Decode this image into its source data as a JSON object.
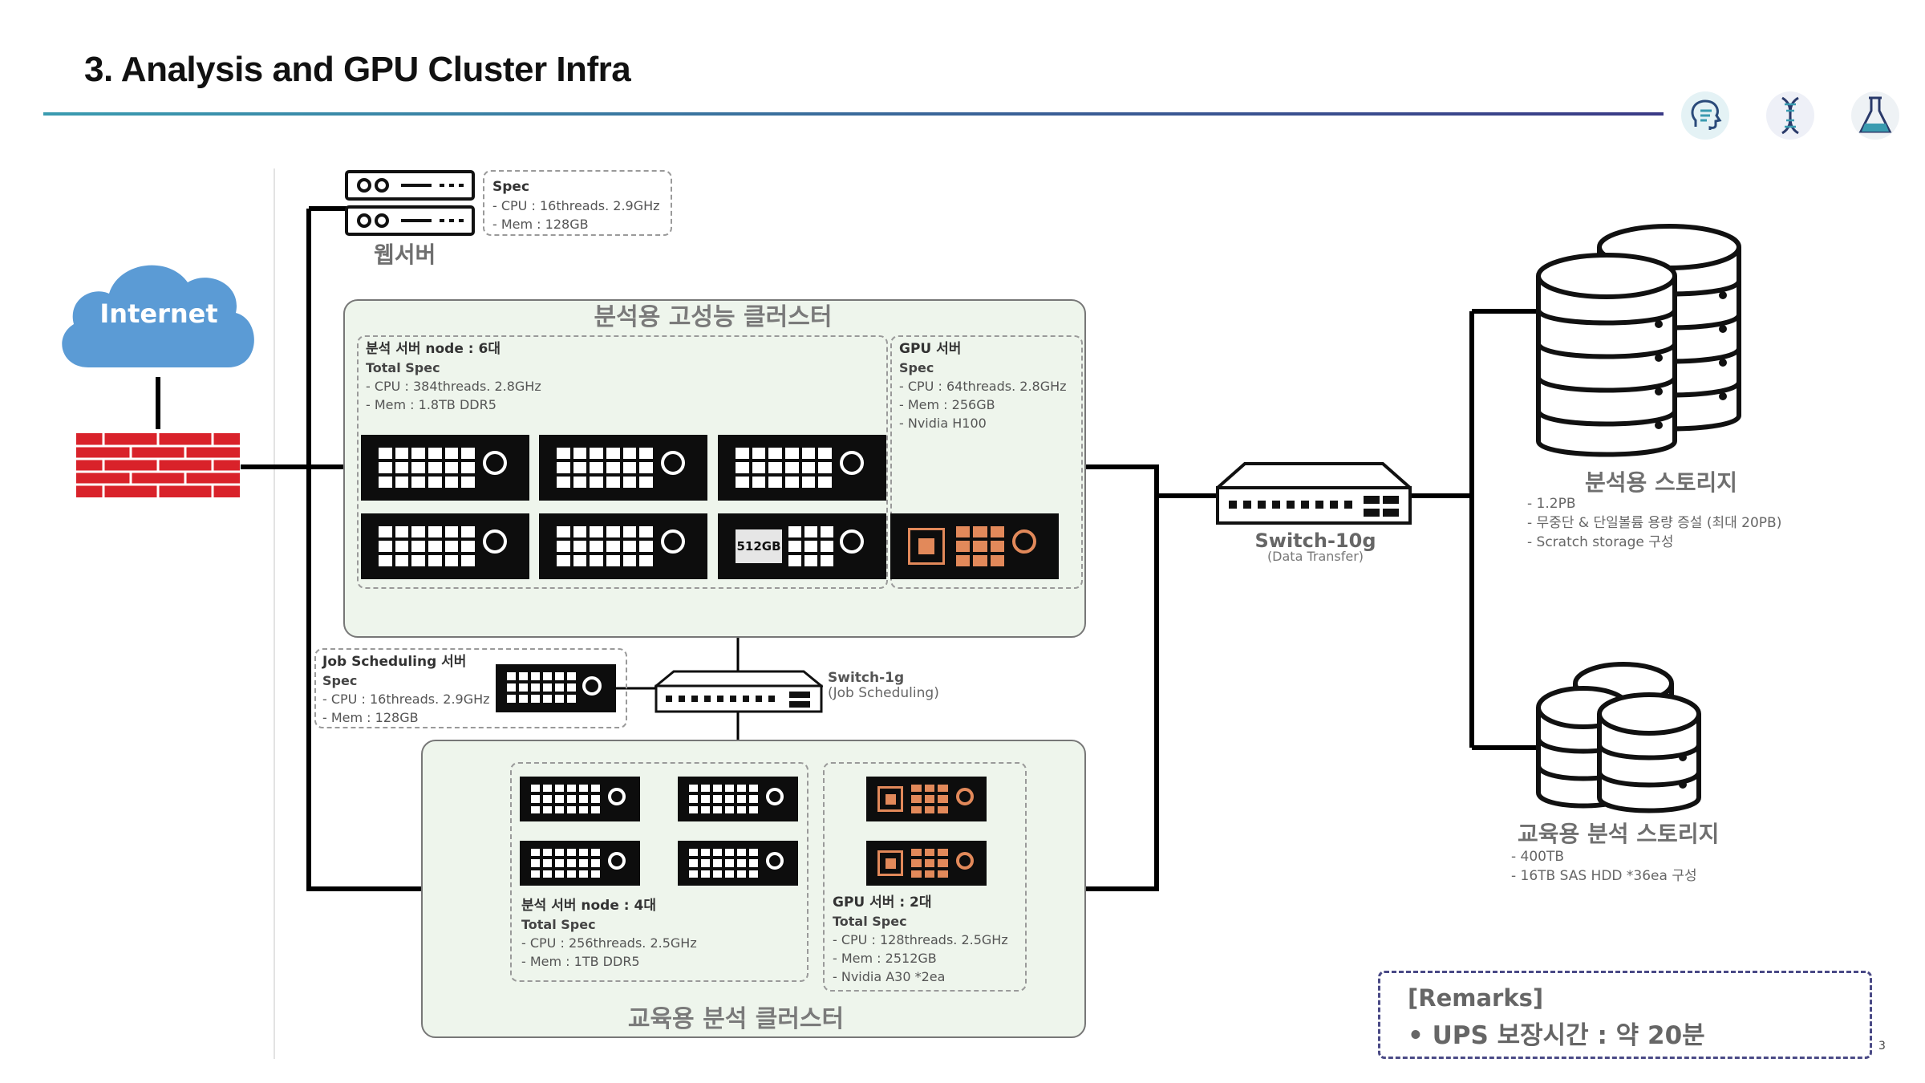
{
  "header": {
    "title": "3. Analysis and GPU Cluster Infra",
    "icons": [
      "brain-head-icon",
      "dna-icon",
      "lab-flask-icon"
    ]
  },
  "colors": {
    "title_rule_start": "#3a9bb0",
    "title_rule_end": "#3a3a86",
    "cloud": "#5b9bd5",
    "firewall": "#d9222a",
    "cluster_panel": "#eef5ec",
    "gpu_accent": "#e2895a",
    "remarks_border": "#4a4a86"
  },
  "internet": {
    "label": "Internet"
  },
  "web_server": {
    "label": "웹서버",
    "spec_title": "Spec",
    "spec": [
      "- CPU : 16threads. 2.9GHz",
      "- Mem : 128GB"
    ]
  },
  "hpc_cluster": {
    "title": "분석용 고성능 클러스터",
    "analysis_nodes": {
      "title": "분석 서버 node : 6대",
      "spec_title": "Total Spec",
      "spec": [
        "- CPU : 384threads. 2.8GHz",
        "- Mem : 1.8TB DDR5"
      ],
      "memory_badge": "512GB"
    },
    "gpu_server": {
      "title": "GPU 서버",
      "spec_title": "Spec",
      "spec": [
        "- CPU : 64threads. 2.8GHz",
        "- Mem : 256GB",
        "- Nvidia H100"
      ]
    }
  },
  "job_scheduler": {
    "title": "Job Scheduling 서버",
    "spec_title": "Spec",
    "spec": [
      "- CPU : 16threads. 2.9GHz",
      "- Mem : 128GB"
    ]
  },
  "switch_1g": {
    "label": "Switch-1g",
    "sub": "(Job Scheduling)"
  },
  "switch_10g": {
    "label": "Switch-10g",
    "sub": "(Data Transfer)"
  },
  "edu_cluster": {
    "title": "교육용 분석 클러스터",
    "analysis_nodes": {
      "title": "분석 서버 node : 4대",
      "spec_title": "Total Spec",
      "spec": [
        "- CPU : 256threads. 2.5GHz",
        "- Mem : 1TB DDR5"
      ]
    },
    "gpu_server": {
      "title": "GPU 서버 : 2대",
      "spec_title": "Total Spec",
      "spec": [
        "- CPU : 128threads. 2.5GHz",
        "- Mem : 2512GB",
        "- Nvidia A30 *2ea"
      ]
    }
  },
  "analysis_storage": {
    "label": "분석용 스토리지",
    "spec": [
      "- 1.2PB",
      "- 무중단 & 단일볼륨 용량 증설 (최대 20PB)",
      "- Scratch storage 구성"
    ]
  },
  "edu_storage": {
    "label": "교육용 분석 스토리지",
    "spec": [
      "- 400TB",
      "- 16TB SAS HDD *36ea 구성"
    ]
  },
  "remarks": {
    "title": "[Remarks]",
    "items": [
      "UPS 보장시간 : 약 20분"
    ]
  },
  "page": {
    "number": "3"
  }
}
